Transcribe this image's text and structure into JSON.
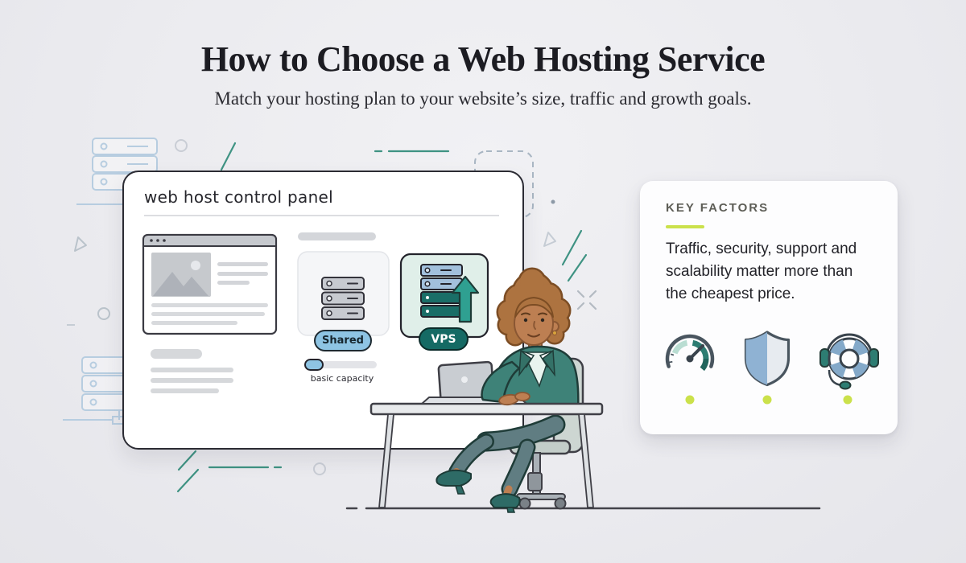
{
  "header": {
    "title": "How to Choose a Web Hosting Service",
    "subtitle": "Match your hosting plan to your website’s size, traffic and growth goals."
  },
  "control_panel": {
    "title": "web host control panel",
    "plans": [
      {
        "label": "Shared",
        "style": "light-blue-pill"
      },
      {
        "label": "VPS",
        "style": "dark-teal-pill"
      }
    ],
    "capacity_caption": "basic capacity"
  },
  "key_factors": {
    "heading": "KEY FACTORS",
    "body_lines": [
      "Traffic, security, support and",
      "scalability matter more than",
      "the cheapest price."
    ],
    "icons": [
      "speedometer-icon",
      "shield-icon",
      "support-headset-icon"
    ]
  },
  "colors": {
    "accent_teal": "#2f9383",
    "dark_teal": "#156a64",
    "steel_blue": "#8ec4e3",
    "lime": "#cbe14b",
    "ink": "#2b2b33"
  }
}
